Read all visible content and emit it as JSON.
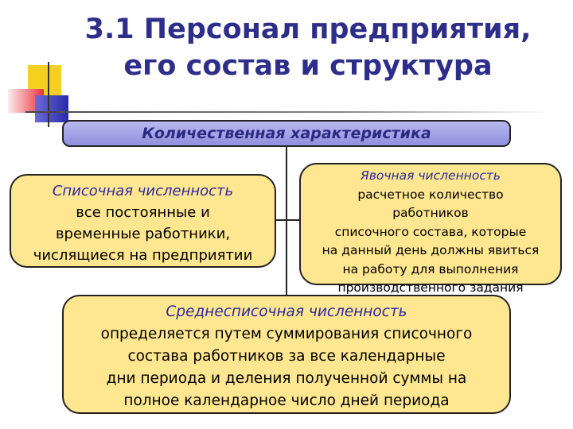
{
  "title": {
    "line1": "3.1 Персонал предприятия,",
    "line2": "его состав и структура"
  },
  "header": {
    "label": "Количественная характеристика"
  },
  "left_box": {
    "heading": "Списочная численность",
    "lines": [
      "все постоянные и",
      "временные работники,",
      "числящиеся на предприятии"
    ]
  },
  "right_box": {
    "heading": "Явочная численность",
    "lines": [
      "расчетное количество",
      "работников",
      "списочного состава, которые",
      "на данный день должны явиться",
      "на работу для выполнения",
      "производственного задания"
    ]
  },
  "bottom_box": {
    "heading": "Среднесписочная численность",
    "lines": [
      "определяется путем суммирования списочного",
      "состава работников за все календарные",
      "дни периода и деления полученной суммы на",
      "полное календарное число дней периода"
    ]
  },
  "colors": {
    "title": "#2e2e8a",
    "box_fill": "#ffe690",
    "header_fill": "#a6a6e8",
    "heading_text": "#2a2aa0"
  }
}
